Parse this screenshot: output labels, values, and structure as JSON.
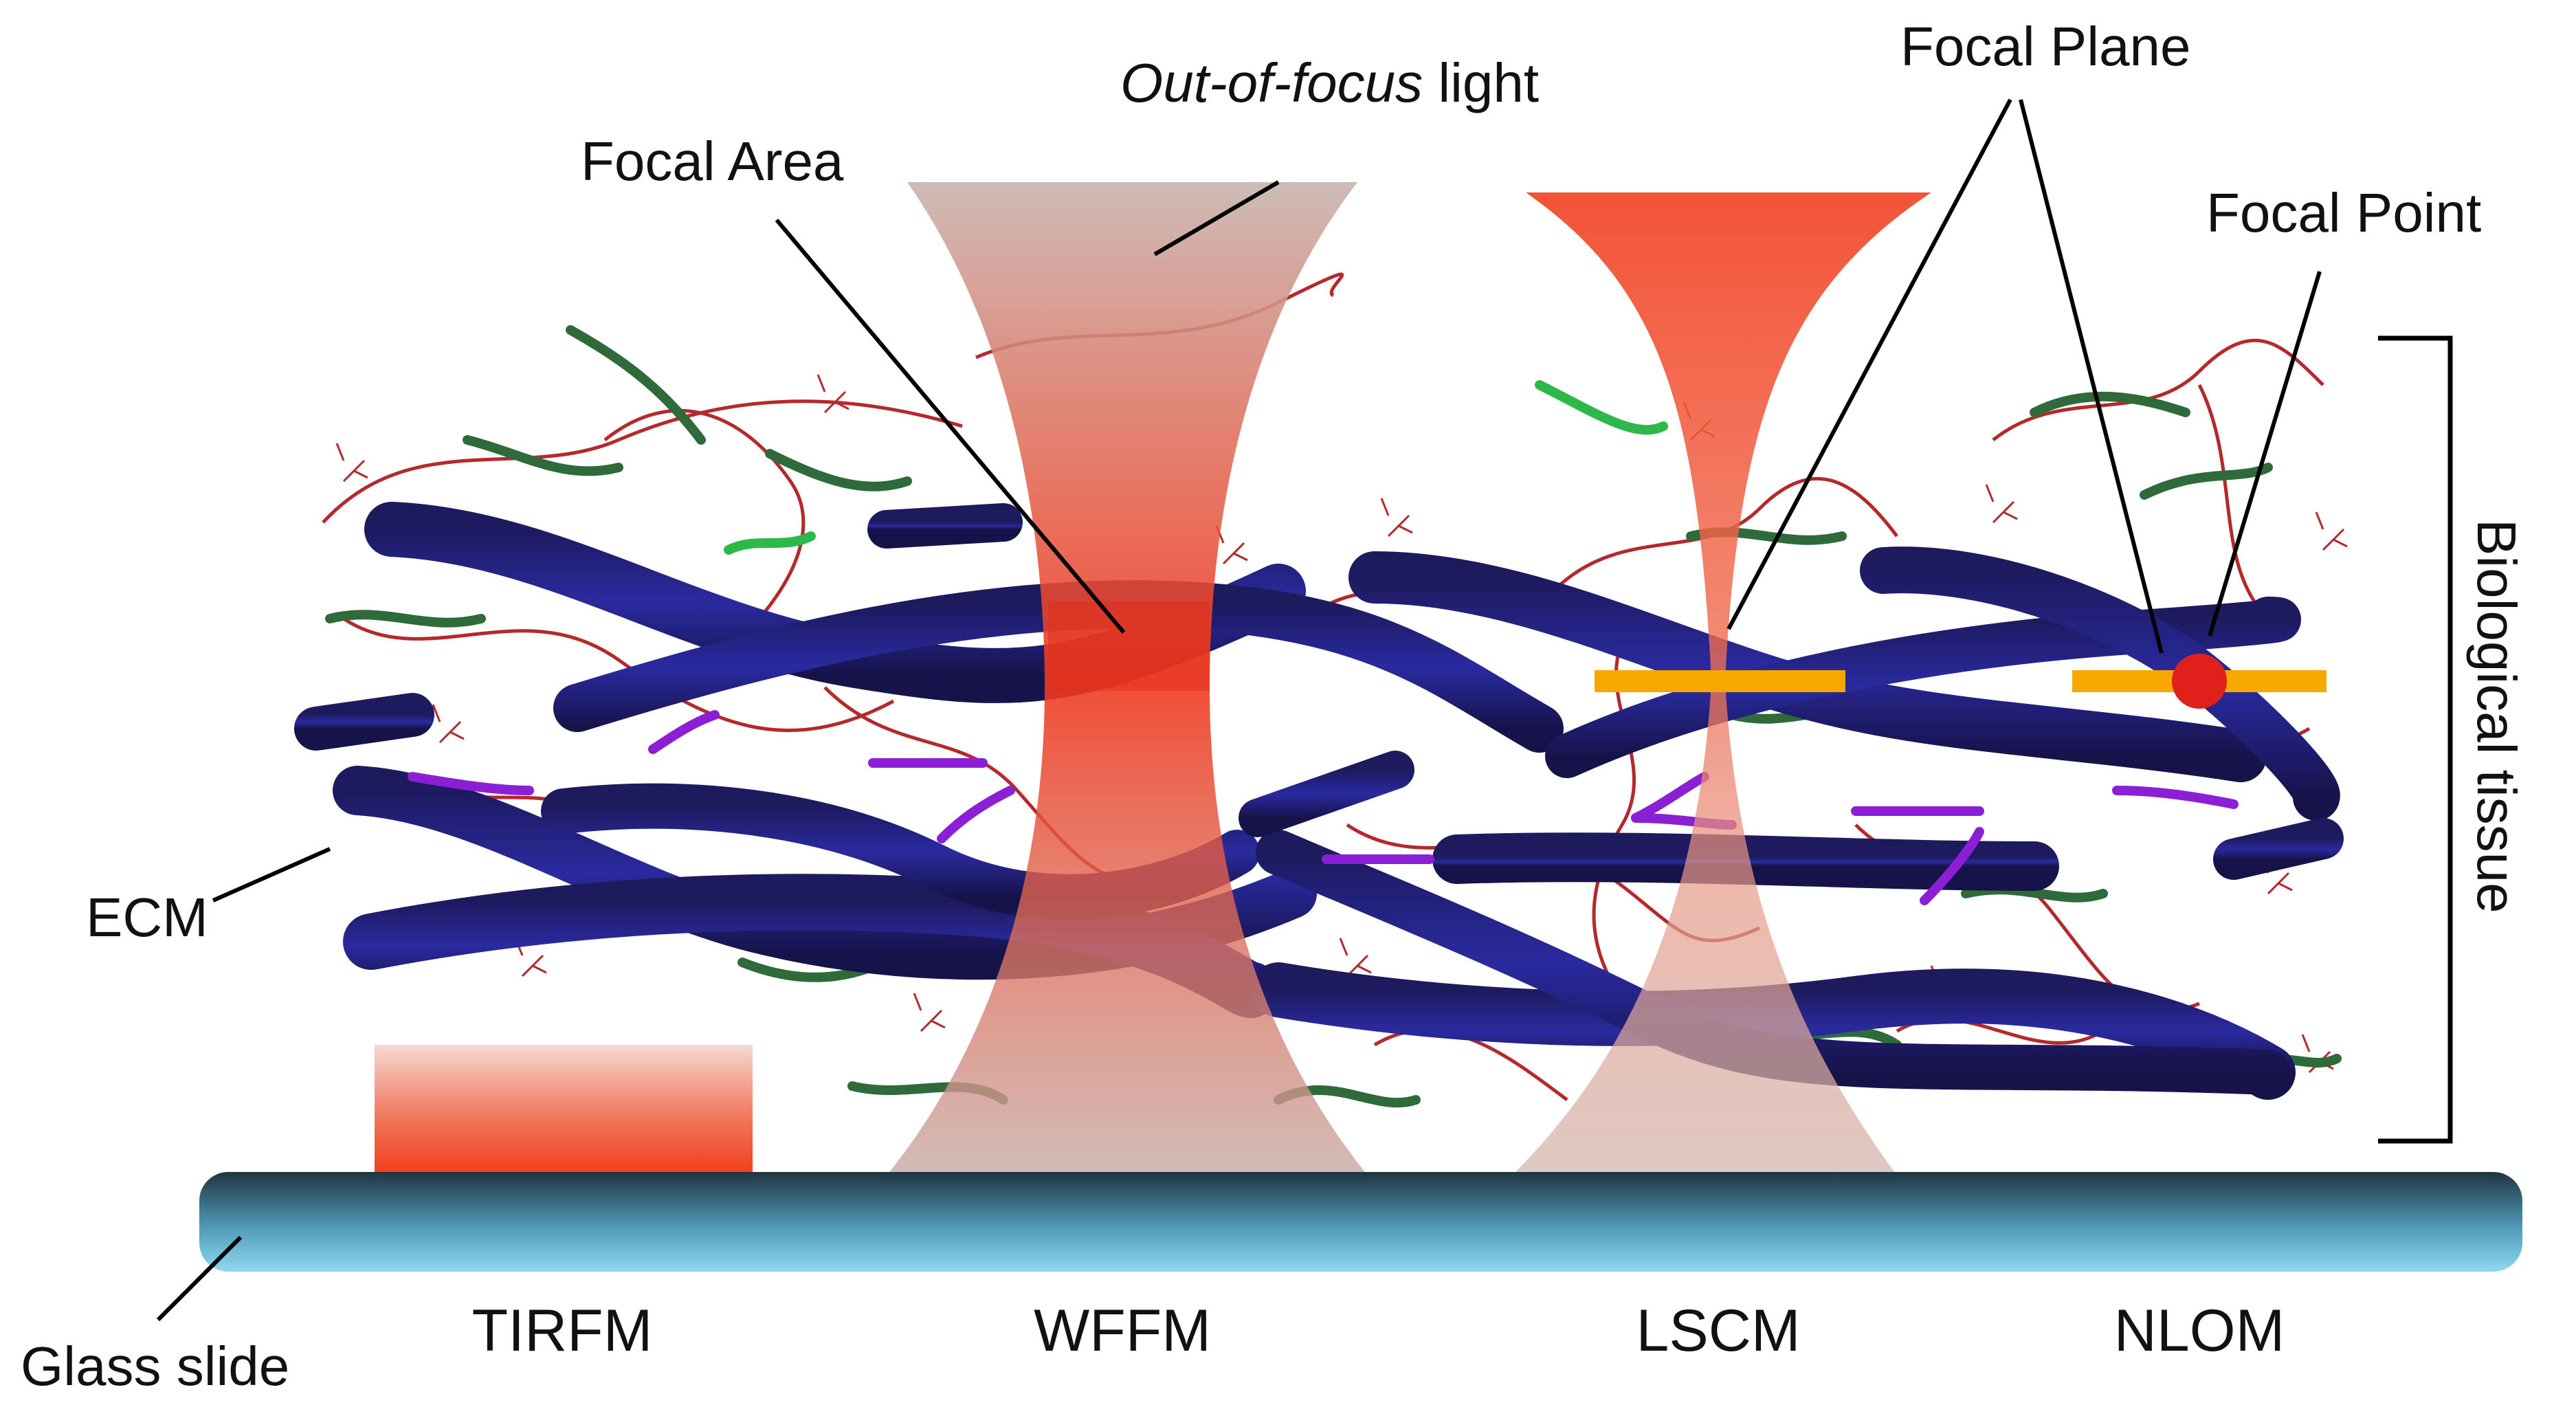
{
  "labels": {
    "focal_area": "Focal Area",
    "out_of_focus_italic": "Out-of-focus",
    "out_of_focus_rest": " light",
    "focal_plane": "Focal Plane",
    "focal_point": "Focal Point",
    "ecm": "ECM",
    "glass_slide": "Glass slide",
    "biological_tissue": "Biological tissue"
  },
  "techniques": [
    "TIRFM",
    "WFFM",
    "LSCM",
    "NLOM"
  ],
  "colors": {
    "collagen_fiber": "#1e1a6e",
    "collagen_fiber_light": "#2c2fb0",
    "elastin_green": "#2f6b3a",
    "light_green": "#2db84a",
    "red_fibril": "#b3292c",
    "purple": "#8a1fd6",
    "light_beam": "#e8462e",
    "out_of_focus": "#c9a9a0",
    "focal_plane_bar": "#f6a800",
    "focal_point_dot": "#e0201a",
    "glass_slide_top": "#1f3440",
    "glass_slide_bottom": "#7fd2ef"
  }
}
